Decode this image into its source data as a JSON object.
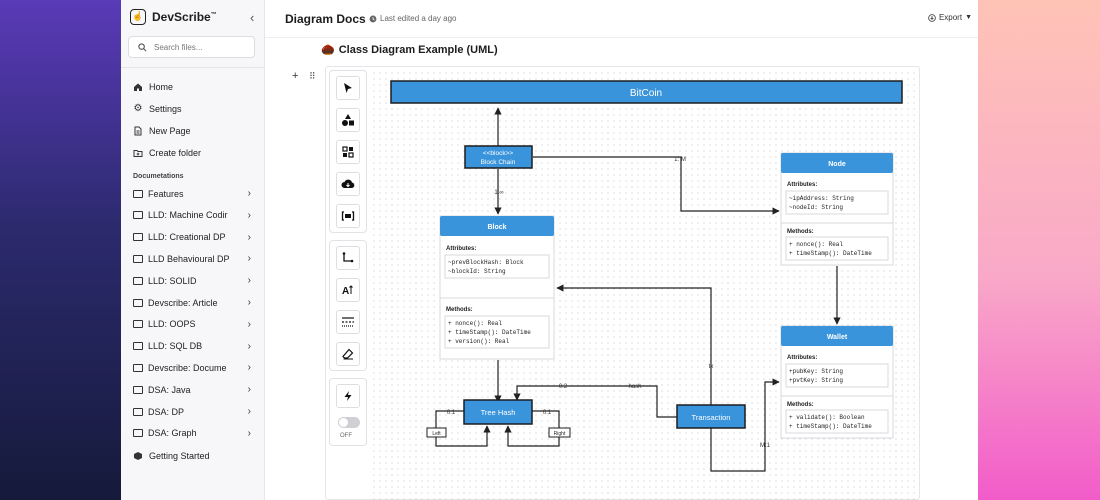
{
  "brand": {
    "name": "DevScribe",
    "trademark": "™"
  },
  "search": {
    "placeholder": "Search files..."
  },
  "nav": [
    {
      "label": "Home",
      "icon": "home-icon"
    },
    {
      "label": "Settings",
      "icon": "gear-icon"
    },
    {
      "label": "New Page",
      "icon": "new-page-icon"
    },
    {
      "label": "Create folder",
      "icon": "create-folder-icon"
    }
  ],
  "section_label": "Documetations",
  "docs": [
    "Features",
    "LLD: Machine Codir",
    "LLD: Creational DP",
    "LLD Behavioural DP",
    "LLD: SOLID",
    "Devscribe: Article",
    "LLD: OOPS",
    "LLD: SQL DB",
    "Devscribe: Docume",
    "DSA: Java",
    "DSA: DP",
    "DSA: Graph"
  ],
  "getting_started": "Getting Started",
  "header": {
    "title": "Diagram Docs",
    "last_edited": "Last edited a day ago",
    "export": "Export"
  },
  "block": {
    "emoji": "🌰",
    "heading": "Class Diagram Example (UML)"
  },
  "toggle": {
    "label": "OFF",
    "state": "off"
  },
  "diagram": {
    "bitcoin": "BitCoin",
    "blockchain_stereotype": "<<block>>",
    "blockchain_name": "Block Chain",
    "block": {
      "title": "Block",
      "attributes_label": "Attributes:",
      "attributes": [
        "~prevBlockHash: Block",
        "~blockId: String"
      ],
      "methods_label": "Methods:",
      "methods": [
        "+ nonce(): Real",
        "+ timeStamp(): DateTime",
        "+ version(): Real"
      ]
    },
    "node": {
      "title": "Node",
      "attributes_label": "Attributes:",
      "attributes": [
        "~ipAddress: String",
        "~nodeId: String"
      ],
      "methods_label": "Methods:",
      "methods": [
        "+ nonce(): Real",
        "+ timeStamp(): DateTime"
      ]
    },
    "wallet": {
      "title": "Wallet",
      "attributes_label": "Attributes:",
      "attributes": [
        "+pubKey: String",
        "+pvtKey: String"
      ],
      "methods_label": "Methods:",
      "methods": [
        "+ validate(): Boolean",
        "+ timeStamp(): DateTime"
      ]
    },
    "tree_hash": "Tree Hash",
    "transaction": "Transaction",
    "left": "Left",
    "right": "Right",
    "labels": {
      "one_to_many": "1:∞",
      "one_to_m": "1: M",
      "zero_to_two": "0:2",
      "hash": "hash",
      "tx": "tx",
      "m_to_one": "M:1",
      "zero_to_one_left": "0:1",
      "zero_to_one_right": "0:1"
    }
  },
  "colors": {
    "accent": "#3a8fd9",
    "box_fill": "#3a94db",
    "border": "#1d1d1f"
  }
}
